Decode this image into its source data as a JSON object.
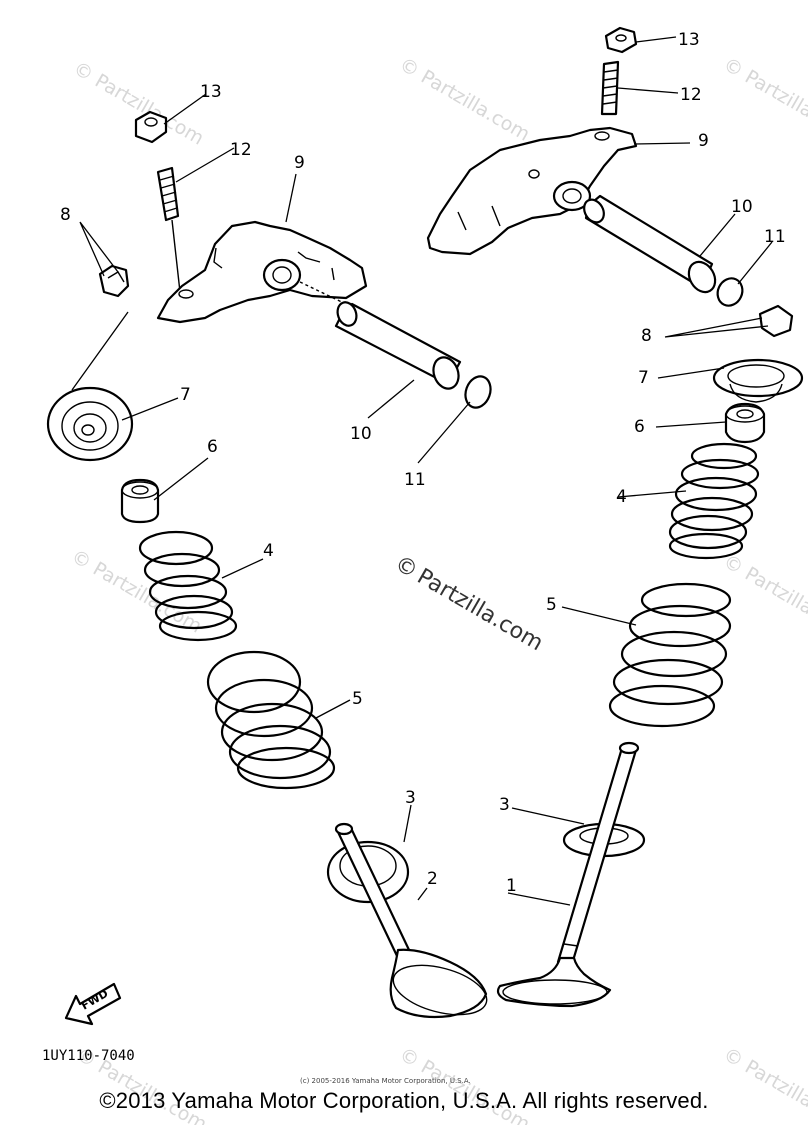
{
  "watermarks": {
    "corner": "© Partzilla.com",
    "center_symbol": "©",
    "center_name": "Partzilla.com"
  },
  "callouts": [
    "1",
    "2",
    "3",
    "3",
    "4",
    "4",
    "5",
    "5",
    "6",
    "6",
    "7",
    "7",
    "8",
    "8",
    "9",
    "9",
    "10",
    "10",
    "11",
    "11",
    "12",
    "12",
    "13",
    "13"
  ],
  "fwd_label": "FWD",
  "diagram_code": "1UY110-7040",
  "small_notice": "(c) 2005-2016 Yamaha Motor Corporation, U.S.A.",
  "copyright": "©2013 Yamaha Motor Corporation, U.S.A. All rights reserved."
}
